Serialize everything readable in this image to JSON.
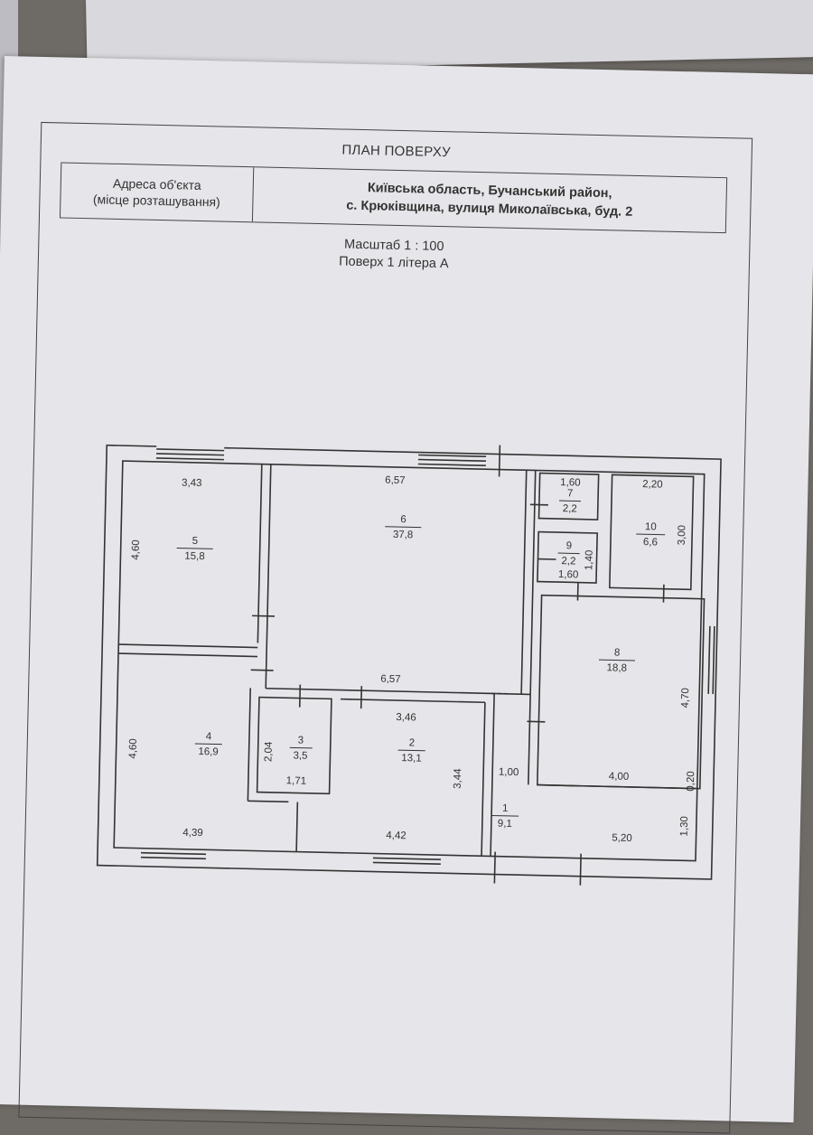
{
  "title": "ПЛАН ПОВЕРХУ",
  "address": {
    "label_line1": "Адреса об'єкта",
    "label_line2": "(місце розташування)",
    "value_line1": "Київська область, Бучанський район,",
    "value_line2": "с. Крюківщина, вулиця Миколаївська, буд. 2"
  },
  "scale": "Масштаб 1 : 100",
  "floor": "Поверх 1 літера А",
  "rooms": [
    {
      "number": "1",
      "area": "9,1"
    },
    {
      "number": "2",
      "area": "13,1"
    },
    {
      "number": "3",
      "area": "3,5"
    },
    {
      "number": "4",
      "area": "16,9"
    },
    {
      "number": "5",
      "area": "15,8"
    },
    {
      "number": "6",
      "area": "37,8"
    },
    {
      "number": "7",
      "area": "2,2"
    },
    {
      "number": "8",
      "area": "18,8"
    },
    {
      "number": "9",
      "area": "2,2"
    },
    {
      "number": "10",
      "area": "6,6"
    }
  ],
  "dimensions": {
    "r5_width": "3,43",
    "r5_height": "4,60",
    "r6_top": "6,57",
    "r6_bottom": "6,57",
    "r7_width": "1,60",
    "r9_width": "1,60",
    "r9_height": "1,40",
    "r10_width": "2,20",
    "r10_height": "3,00",
    "r8_height": "4,70",
    "r8_width": "4,00",
    "r8_gap": "0,20",
    "r4_height": "4,60",
    "r4_width": "4,39",
    "r3_height": "2,04",
    "r3_width": "1,71",
    "r2_top": "3,46",
    "r2_height": "3,44",
    "r2_width": "4,42",
    "r1_offset": "1,00",
    "r1_width": "5,20",
    "r1_height": "1,30"
  }
}
